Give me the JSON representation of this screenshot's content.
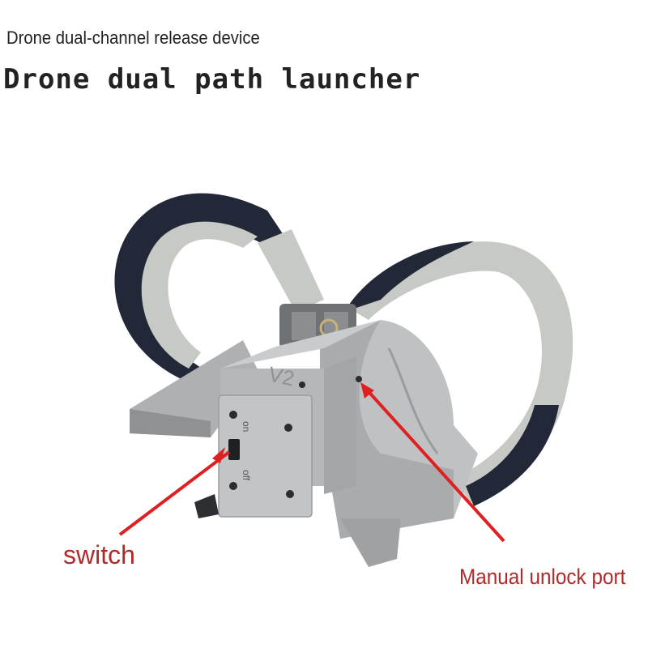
{
  "header": {
    "subtitle": "Drone dual-channel release device",
    "title": "Drone dual path launcher"
  },
  "product": {
    "version_mark": "V2",
    "switch_on": "on",
    "switch_off": "off"
  },
  "annotations": {
    "switch_label": "switch",
    "unlock_label": "Manual unlock port"
  },
  "colors": {
    "arrow": "#e02020",
    "label": "#b02a2a",
    "body": "#b9bbbd",
    "strap_dark": "#232838",
    "strap_light": "#c7c9c4"
  }
}
